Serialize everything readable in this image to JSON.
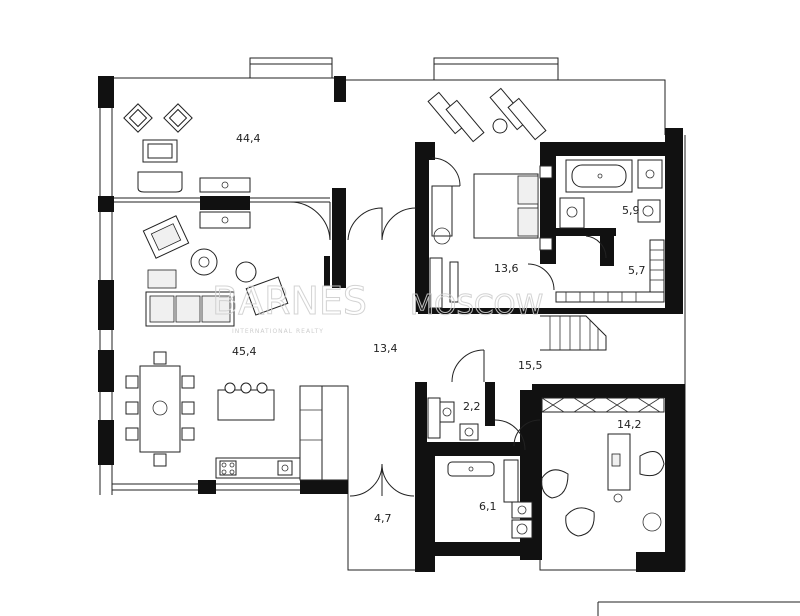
{
  "rooms": [
    {
      "id": "terrace-top",
      "area": "44,4"
    },
    {
      "id": "living-dining",
      "area": "45,4"
    },
    {
      "id": "hall",
      "area": "13,4"
    },
    {
      "id": "bedroom",
      "area": "13,6"
    },
    {
      "id": "bathroom",
      "area": "5,9"
    },
    {
      "id": "wardrobe",
      "area": "5,7"
    },
    {
      "id": "corridor",
      "area": "15,5"
    },
    {
      "id": "wc",
      "area": "2,2"
    },
    {
      "id": "office",
      "area": "14,2"
    },
    {
      "id": "laundry",
      "area": "6,1"
    },
    {
      "id": "porch",
      "area": "4,7"
    }
  ],
  "watermark": {
    "brand_left": "BARNES",
    "brand_right": "MOSCOW",
    "subtitle": "INTERNATIONAL REALTY"
  }
}
